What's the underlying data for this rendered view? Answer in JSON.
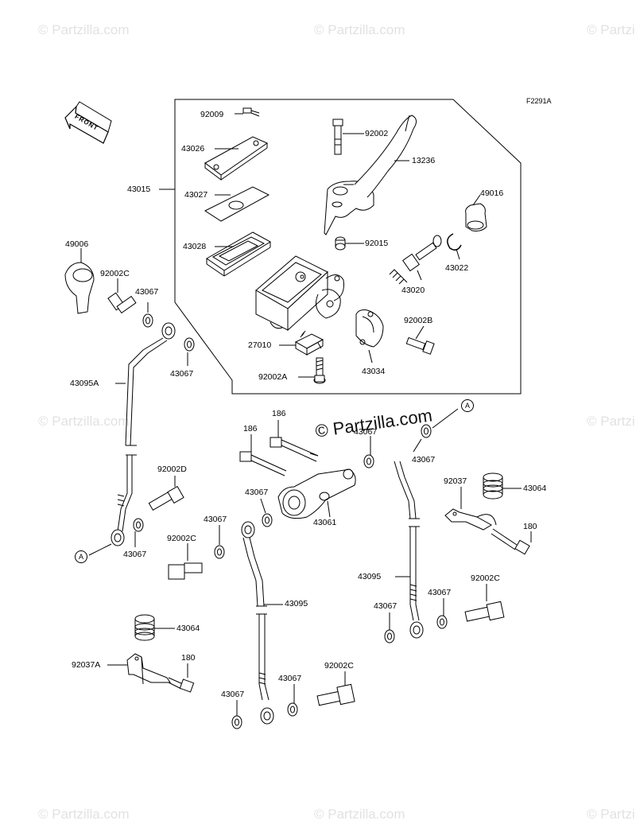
{
  "watermark": "© Partzilla.com",
  "diagram_code": "F2291A",
  "front_label": "FRONT",
  "callout_a": "A",
  "parts": {
    "p92009": "92009",
    "p43026": "43026",
    "p43015": "43015",
    "p43027": "43027",
    "p43028": "43028",
    "p92002": "92002",
    "p13236": "13236",
    "p49016": "49016",
    "p92015": "92015",
    "p43022": "43022",
    "p43020": "43020",
    "p92002B": "92002B",
    "p27010": "27010",
    "p43034": "43034",
    "p92002A": "92002A",
    "p49006": "49006",
    "p92002C_top": "92002C",
    "p43067_a": "43067",
    "p43067_b": "43067",
    "p43095A": "43095A",
    "p186_a": "186",
    "p186_b": "186",
    "p43067_c": "43067",
    "p43067_d": "43067",
    "p92002D": "92002D",
    "p43067_e": "43067",
    "p43061": "43061",
    "p92037": "92037",
    "p43064_a": "43064",
    "p180_a": "180",
    "p43067_f": "43067",
    "p43067_g": "43067",
    "p92002C_mid": "92002C",
    "p43095_a": "43095",
    "p43095_b": "43095",
    "p92002C_right": "92002C",
    "p43067_h": "43067",
    "p43067_i": "43067",
    "p43064_b": "43064",
    "p92037A": "92037A",
    "p180_b": "180",
    "p92002C_bottom": "92002C",
    "p43067_j": "43067",
    "p43067_k": "43067"
  }
}
